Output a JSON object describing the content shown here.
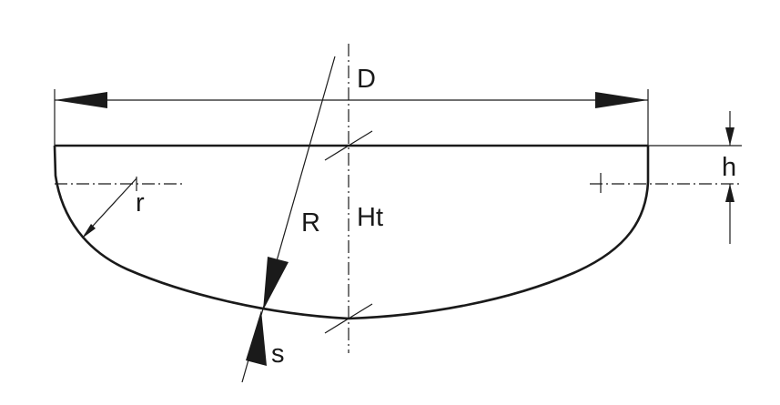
{
  "labels": {
    "diameter": "D",
    "knuckle_radius": "r",
    "crown_radius": "R",
    "total_height": "Ht",
    "straight_flange": "h",
    "wall_thickness": "s"
  }
}
